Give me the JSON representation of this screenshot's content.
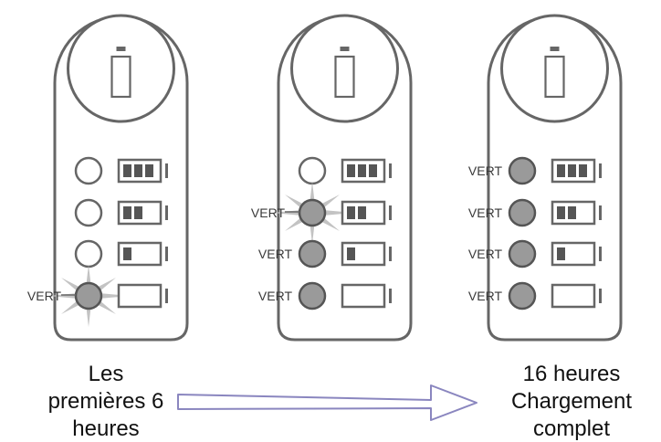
{
  "colors": {
    "outline": "#666666",
    "led_off_fill": "#ffffff",
    "led_on_fill": "#9a9a9a",
    "led_on_stroke": "#555555",
    "glow": "#bdbdbd",
    "arrow": "#8a86bf"
  },
  "led_label": "VERT",
  "icons": {
    "top": "battery-outline-icon",
    "levels": [
      "battery-level-3-icon",
      "battery-level-2-icon",
      "battery-level-1-icon",
      "battery-empty-icon"
    ]
  },
  "panels": [
    {
      "leds_on": [
        false,
        false,
        false,
        true
      ],
      "labels": [
        false,
        false,
        false,
        true
      ],
      "blinking_index": 3
    },
    {
      "leds_on": [
        false,
        true,
        true,
        true
      ],
      "labels": [
        false,
        true,
        true,
        true
      ],
      "blinking_index": 1
    },
    {
      "leds_on": [
        true,
        true,
        true,
        true
      ],
      "labels": [
        true,
        true,
        true,
        true
      ],
      "blinking_index": null
    }
  ],
  "captions": {
    "left": [
      "Les",
      "premières 6",
      "heures"
    ],
    "right": [
      "16 heures",
      "Chargement",
      "complet"
    ]
  }
}
